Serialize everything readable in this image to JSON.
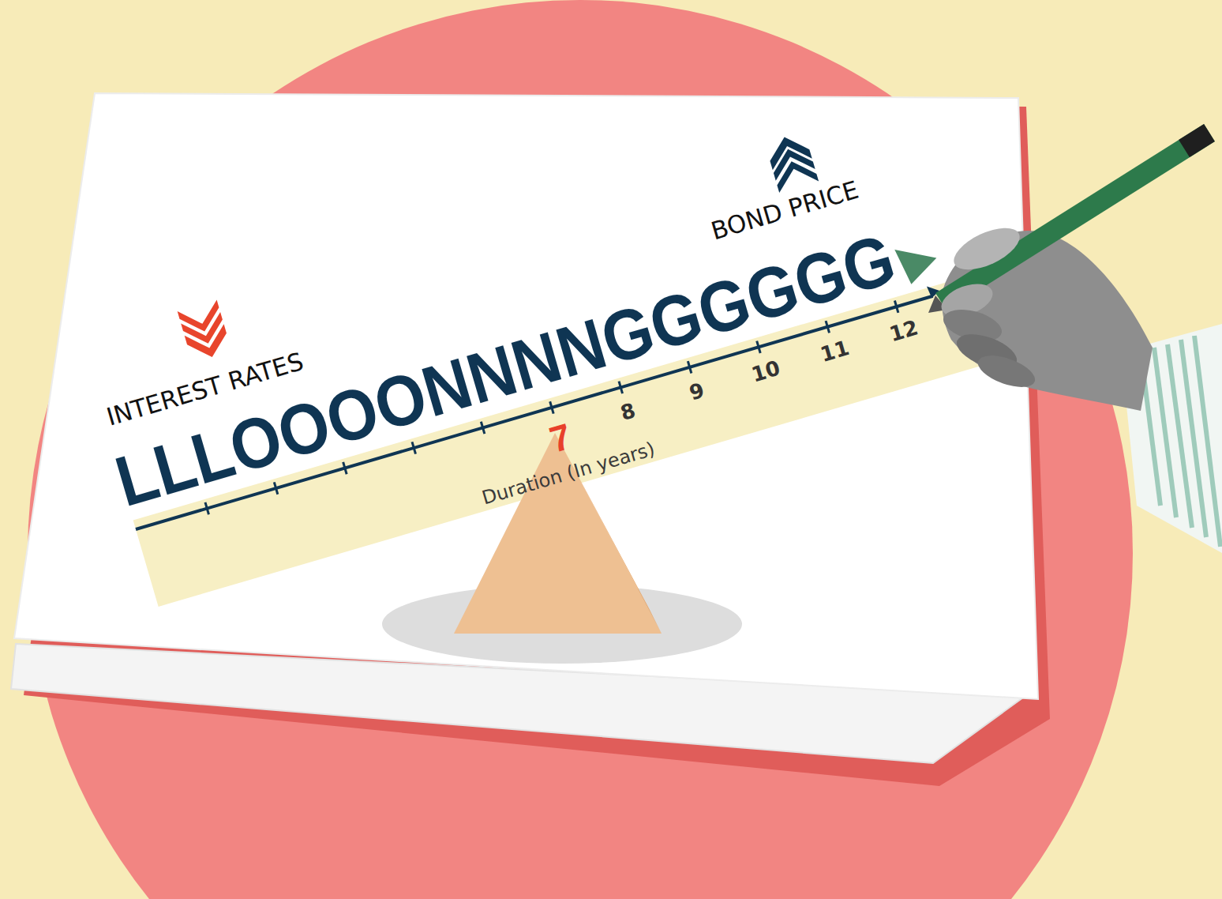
{
  "diagram": {
    "labels": [
      "INTEREST RATES",
      "LLLOOOONNNNGGGGGG",
      "BOND PRICE",
      "7",
      "8",
      "9",
      "10",
      "11",
      "12",
      "Duration (In years)"
    ]
  }
}
